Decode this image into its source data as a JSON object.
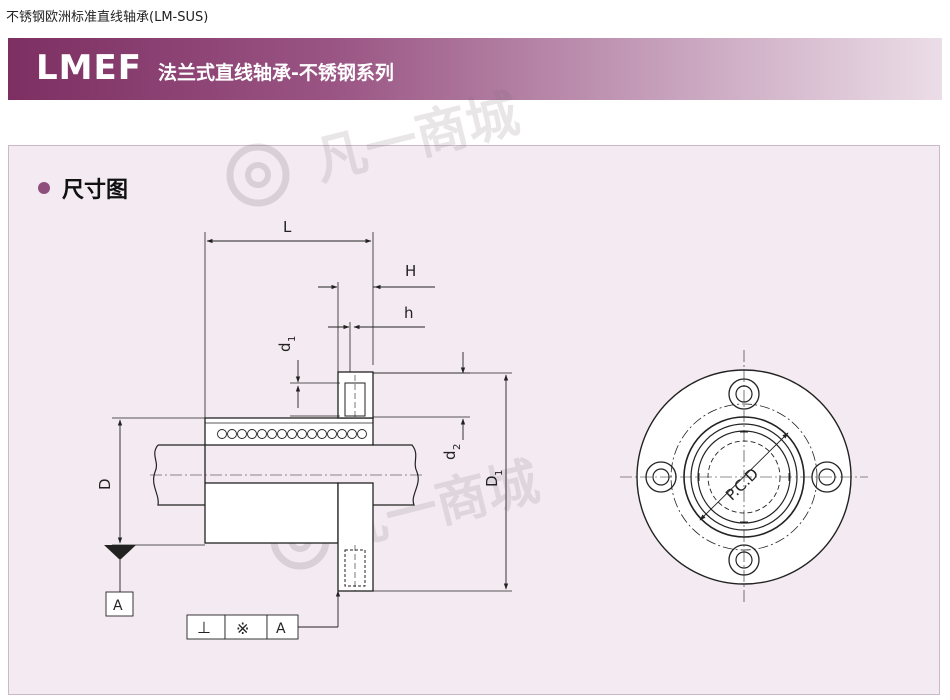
{
  "header": {
    "caption": "不锈钢欧洲标准直线轴承(LM-SUS)",
    "code": "LMEF",
    "title": "法兰式直线轴承-不锈钢系列"
  },
  "section": {
    "title": "尺寸图"
  },
  "labels": {
    "L": "L",
    "H": "H",
    "h": "h",
    "d1": "d",
    "d1_sub": "1",
    "d2": "d",
    "d2_sub": "2",
    "D": "D",
    "D1": "D",
    "D1_sub": "1",
    "datum": "A",
    "pcd": "P.C.D"
  },
  "tolerance_frame": {
    "symbol": "⊥",
    "modifier": "※",
    "datum": "A"
  },
  "watermark": {
    "text": "凡一商城"
  },
  "colors": {
    "banner_dark": "#7d2f62",
    "banner_light": "#ebdde7",
    "panel_bg": "#f3ebf1",
    "bullet": "#8e4f7c"
  }
}
